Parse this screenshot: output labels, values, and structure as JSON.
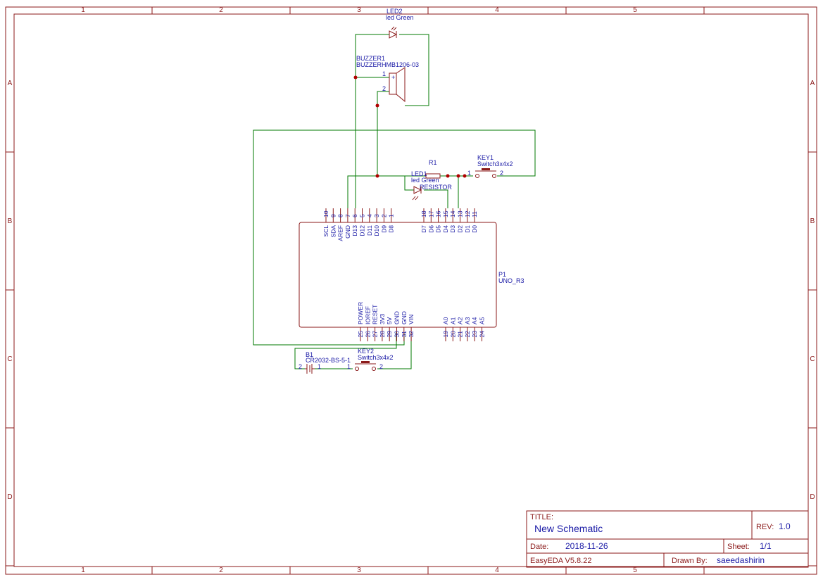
{
  "frame": {
    "columns": [
      "1",
      "2",
      "3",
      "4",
      "5"
    ],
    "rows": [
      "A",
      "B",
      "C",
      "D"
    ]
  },
  "components": {
    "led2": {
      "ref": "LED2",
      "value": "led Green"
    },
    "buzzer1": {
      "ref": "BUZZER1",
      "value": "BUZZERHMB1206-03",
      "pin1": "1",
      "pin2": "2",
      "plus": "+"
    },
    "r1": {
      "ref": "R1",
      "value": "RESISTOR"
    },
    "led1": {
      "ref": "LED1",
      "value": "led Green"
    },
    "key1": {
      "ref": "KEY1",
      "value": "Switch3x4x2",
      "pin1": "1",
      "pin2": "2"
    },
    "key2": {
      "ref": "KEY2",
      "value": "Switch3x4x2",
      "pin1": "1",
      "pin2": "2"
    },
    "b1": {
      "ref": "B1",
      "value": "CR2032-BS-5-1",
      "pin1": "1",
      "pin2": "2"
    },
    "p1": {
      "ref": "P1",
      "value": "UNO_R3",
      "top_left_pins": [
        {
          "num": "10",
          "name": "SCL"
        },
        {
          "num": "9",
          "name": "SDA"
        },
        {
          "num": "8",
          "name": "AREF"
        },
        {
          "num": "7",
          "name": "GND"
        },
        {
          "num": "6",
          "name": "D13"
        },
        {
          "num": "5",
          "name": "D12"
        },
        {
          "num": "4",
          "name": "D11"
        },
        {
          "num": "3",
          "name": "D10"
        },
        {
          "num": "2",
          "name": "D9"
        },
        {
          "num": "1",
          "name": "D8"
        }
      ],
      "top_right_pins": [
        {
          "num": "18",
          "name": "D7"
        },
        {
          "num": "17",
          "name": "D6"
        },
        {
          "num": "16",
          "name": "D5"
        },
        {
          "num": "15",
          "name": "D4"
        },
        {
          "num": "14",
          "name": "D3"
        },
        {
          "num": "13",
          "name": "D2"
        },
        {
          "num": "12",
          "name": "D1"
        },
        {
          "num": "11",
          "name": "D0"
        }
      ],
      "bottom_left_pins": [
        {
          "num": "25",
          "name": "POWER"
        },
        {
          "num": "26",
          "name": "IOREF"
        },
        {
          "num": "27",
          "name": "RESET"
        },
        {
          "num": "28",
          "name": "3V3"
        },
        {
          "num": "29",
          "name": "5V"
        },
        {
          "num": "30",
          "name": "GND"
        },
        {
          "num": "31",
          "name": "GND"
        },
        {
          "num": "32",
          "name": "VIN"
        }
      ],
      "bottom_right_pins": [
        {
          "num": "19",
          "name": "A0"
        },
        {
          "num": "20",
          "name": "A1"
        },
        {
          "num": "21",
          "name": "A2"
        },
        {
          "num": "22",
          "name": "A3"
        },
        {
          "num": "23",
          "name": "A4"
        },
        {
          "num": "24",
          "name": "A5"
        }
      ]
    }
  },
  "title_block": {
    "title_label": "TITLE:",
    "title": "New Schematic",
    "rev_label": "REV:",
    "rev": "1.0",
    "date_label": "Date:",
    "date": "2018-11-26",
    "sheet_label": "Sheet:",
    "sheet": "1/1",
    "tool": "EasyEDA V5.8.22",
    "drawn_label": "Drawn By:",
    "drawn_by": "saeedashirin"
  }
}
